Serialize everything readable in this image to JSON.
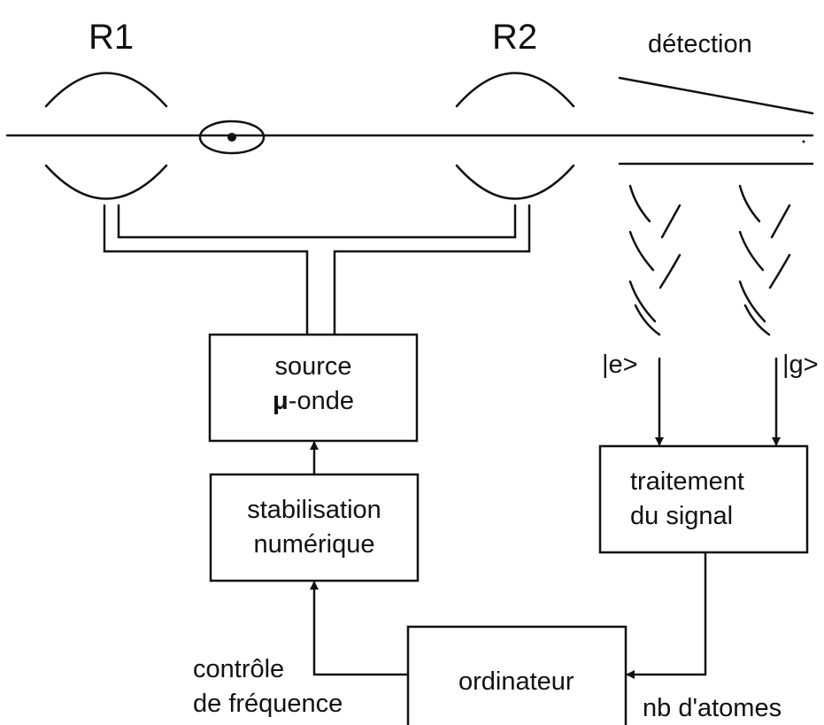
{
  "labels": {
    "r1": "R1",
    "r2": "R2",
    "detection": "détection",
    "state_e": "|e>",
    "state_g": "|g>",
    "control_line1": "contrôle",
    "control_line2": "de fréquence",
    "atoms": "nb d'atomes"
  },
  "boxes": {
    "source_line1": "source",
    "source_mu": "μ",
    "source_rest": "-onde",
    "stabilisation_line1": "stabilisation",
    "stabilisation_line2": "numérique",
    "traitement_line1": "traitement",
    "traitement_line2": "du signal",
    "ordinateur": "ordinateur"
  }
}
